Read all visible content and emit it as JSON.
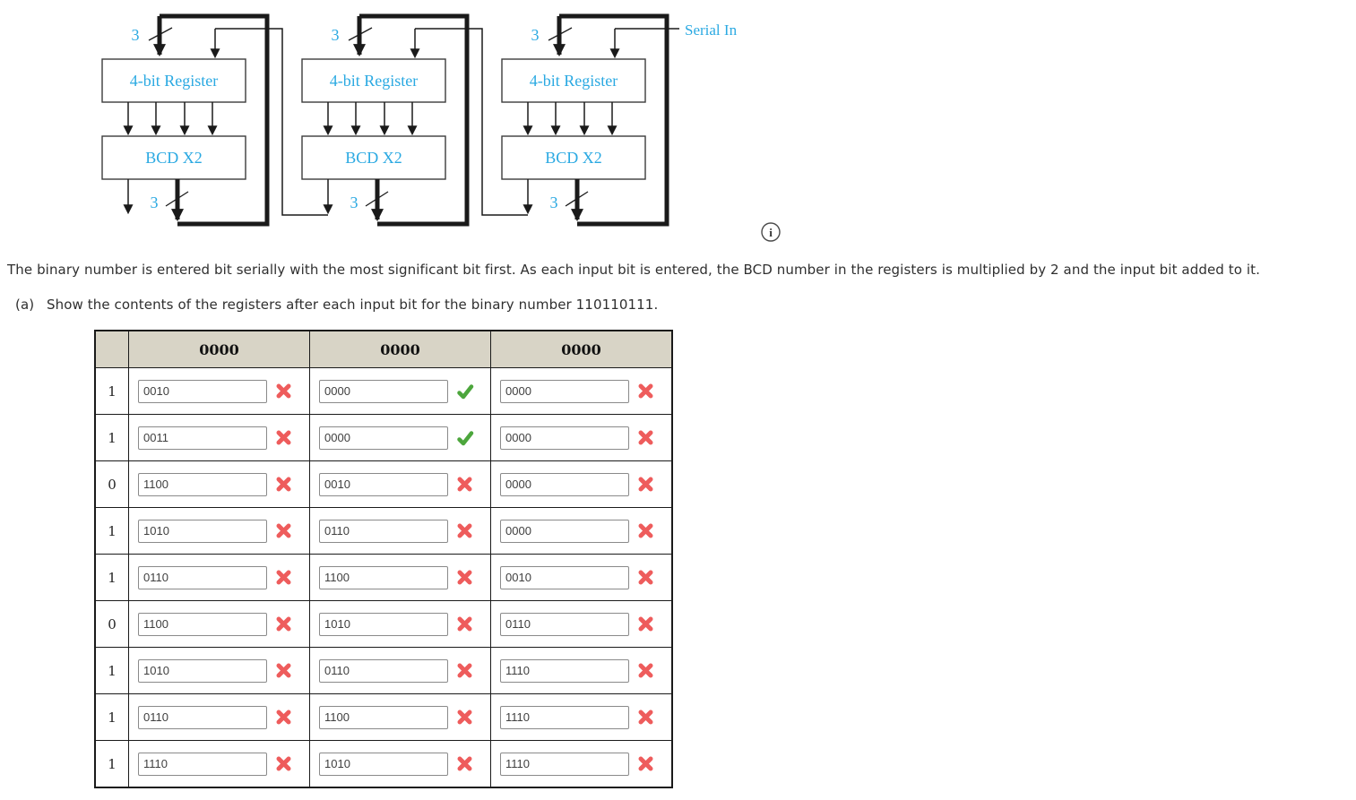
{
  "diagram": {
    "stages": [
      {
        "register_label": "4-bit Register",
        "multiplier_label": "BCD X2",
        "bus_width_top": "3",
        "bus_width_bottom": "3"
      },
      {
        "register_label": "4-bit Register",
        "multiplier_label": "BCD X2",
        "bus_width_top": "3",
        "bus_width_bottom": "3"
      },
      {
        "register_label": "4-bit Register",
        "multiplier_label": "BCD X2",
        "bus_width_top": "3",
        "bus_width_bottom": "3"
      }
    ],
    "serial_in_label": "Serial In",
    "info_icon_glyph": "i",
    "label_color": "#2aa9e2"
  },
  "description": "The binary number is entered bit serially with the most significant bit first. As each input bit is entered, the BCD number in the registers is multiplied by 2 and the input bit added to it.",
  "part_a": {
    "label": "(a)",
    "text": "Show the contents of the registers after each input bit for the binary number 110110111."
  },
  "table": {
    "header_values": [
      "0000",
      "0000",
      "0000"
    ],
    "rows": [
      {
        "bit": "1",
        "cells": [
          {
            "value": "0010",
            "status": "incorrect"
          },
          {
            "value": "0000",
            "status": "correct"
          },
          {
            "value": "0000",
            "status": "incorrect"
          }
        ]
      },
      {
        "bit": "1",
        "cells": [
          {
            "value": "0011",
            "status": "incorrect"
          },
          {
            "value": "0000",
            "status": "correct"
          },
          {
            "value": "0000",
            "status": "incorrect"
          }
        ]
      },
      {
        "bit": "0",
        "cells": [
          {
            "value": "1100",
            "status": "incorrect"
          },
          {
            "value": "0010",
            "status": "incorrect"
          },
          {
            "value": "0000",
            "status": "incorrect"
          }
        ]
      },
      {
        "bit": "1",
        "cells": [
          {
            "value": "1010",
            "status": "incorrect"
          },
          {
            "value": "0110",
            "status": "incorrect"
          },
          {
            "value": "0000",
            "status": "incorrect"
          }
        ]
      },
      {
        "bit": "1",
        "cells": [
          {
            "value": "0110",
            "status": "incorrect"
          },
          {
            "value": "1100",
            "status": "incorrect"
          },
          {
            "value": "0010",
            "status": "incorrect"
          }
        ]
      },
      {
        "bit": "0",
        "cells": [
          {
            "value": "1100",
            "status": "incorrect"
          },
          {
            "value": "1010",
            "status": "incorrect"
          },
          {
            "value": "0110",
            "status": "incorrect"
          }
        ]
      },
      {
        "bit": "1",
        "cells": [
          {
            "value": "1010",
            "status": "incorrect"
          },
          {
            "value": "0110",
            "status": "incorrect"
          },
          {
            "value": "1110",
            "status": "incorrect"
          }
        ]
      },
      {
        "bit": "1",
        "cells": [
          {
            "value": "0110",
            "status": "incorrect"
          },
          {
            "value": "1100",
            "status": "incorrect"
          },
          {
            "value": "1110",
            "status": "incorrect"
          }
        ]
      },
      {
        "bit": "1",
        "cells": [
          {
            "value": "1110",
            "status": "incorrect"
          },
          {
            "value": "1010",
            "status": "incorrect"
          },
          {
            "value": "1110",
            "status": "incorrect"
          }
        ]
      }
    ],
    "status_colors": {
      "correct": "#4ca63c",
      "incorrect": "#ee5c5c"
    },
    "header_bg": "#d8d4c6"
  }
}
